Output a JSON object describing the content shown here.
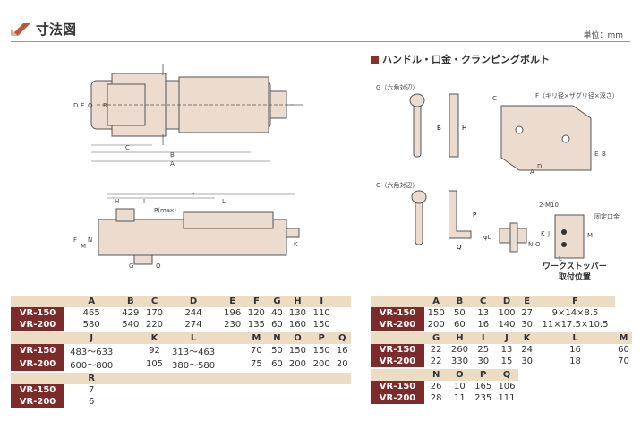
{
  "header": {
    "title": "寸法図",
    "unit": "単位：mm"
  },
  "right_section": {
    "title": "ハンドル・口金・クランピングボルト"
  },
  "labels": {
    "g_hex_top": "G（六角対辺）",
    "g_hex_bottom": "G（六角対辺）",
    "f_hole": "F（キリ径×ザグリ径×深さ）",
    "m10": "2-M10",
    "fixed_jaw": "固定口金",
    "stopper_line1": "ワークストッパー",
    "stopper_line2": "取付位置",
    "p_max": "P(max)"
  },
  "dims_top": {
    "D": "D",
    "E": "E",
    "Q": "Q",
    "R": "R",
    "C": "C",
    "B": "B",
    "A": "A"
  },
  "dims_side": {
    "H": "H",
    "J": "J",
    "L": "L",
    "I": "I",
    "F": "F",
    "M": "M",
    "N": "N",
    "K": "K",
    "G": "G",
    "O": "O"
  },
  "dims_right": {
    "H": "H",
    "B": "B",
    "P": "P",
    "Q": "Q",
    "C": "C",
    "F": "F",
    "E": "E",
    "D": "D",
    "A": "A",
    "B2": "B",
    "K": "K",
    "J": "J",
    "L": "L",
    "M": "M",
    "phiL": "φL",
    "N": "N",
    "O": "O"
  },
  "table_left": [
    {
      "header": [
        "",
        "A",
        "B",
        "C",
        "D",
        "E",
        "F",
        "G",
        "H",
        "I",
        ""
      ],
      "rows": [
        [
          "VR-150",
          "465",
          "429",
          "170",
          "244",
          "196",
          "120",
          "40",
          "130",
          "110",
          ""
        ],
        [
          "VR-200",
          "580",
          "540",
          "220",
          "274",
          "230",
          "135",
          "60",
          "160",
          "150",
          ""
        ]
      ]
    },
    {
      "header": [
        "",
        "J",
        "",
        "K",
        "L",
        "",
        "M",
        "N",
        "O",
        "P",
        "Q"
      ],
      "rows": [
        [
          "VR-150",
          "483〜633",
          "",
          "92",
          "313〜463",
          "",
          "70",
          "50",
          "150",
          "150",
          "16"
        ],
        [
          "VR-200",
          "600〜800",
          "",
          "105",
          "380〜580",
          "",
          "75",
          "60",
          "200",
          "200",
          "20"
        ]
      ]
    },
    {
      "header": [
        "",
        "R",
        "",
        "",
        "",
        "",
        "",
        "",
        "",
        "",
        ""
      ],
      "rows": [
        [
          "VR-150",
          "7",
          "",
          "",
          "",
          "",
          "",
          "",
          "",
          "",
          ""
        ],
        [
          "VR-200",
          "6",
          "",
          "",
          "",
          "",
          "",
          "",
          "",
          "",
          ""
        ]
      ]
    }
  ],
  "table_right": [
    {
      "header": [
        "",
        "A",
        "B",
        "C",
        "D",
        "E",
        "F"
      ],
      "rows": [
        [
          "VR-150",
          "150",
          "50",
          "13",
          "100",
          "27",
          "9×14×8.5"
        ],
        [
          "VR-200",
          "200",
          "60",
          "16",
          "140",
          "30",
          "11×17.5×10.5"
        ]
      ]
    },
    {
      "header": [
        "",
        "G",
        "H",
        "I",
        "J",
        "K",
        "L",
        "M"
      ],
      "rows": [
        [
          "VR-150",
          "22",
          "260",
          "25",
          "13",
          "24",
          "16",
          "60"
        ],
        [
          "VR-200",
          "22",
          "330",
          "30",
          "15",
          "30",
          "18",
          "70"
        ]
      ]
    },
    {
      "header": [
        "",
        "N",
        "O",
        "P",
        "Q"
      ],
      "rows": [
        [
          "VR-150",
          "26",
          "10",
          "165",
          "106"
        ],
        [
          "VR-200",
          "28",
          "11",
          "235",
          "111"
        ]
      ]
    }
  ],
  "colors": {
    "accent": "#7c2a2a",
    "head_bg": "#ecdcc4",
    "part_fill": "#ecdcd0"
  }
}
